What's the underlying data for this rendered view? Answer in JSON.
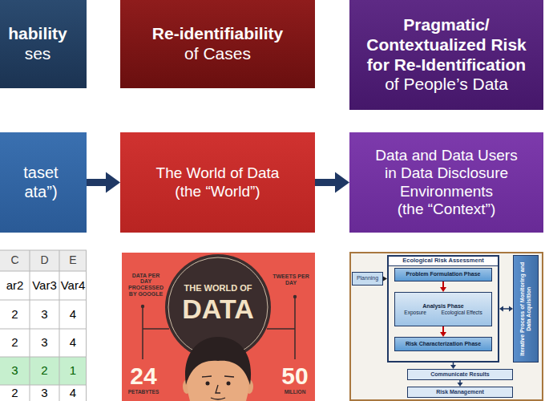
{
  "diagram": {
    "nodes": [
      {
        "text": [
          "hability",
          "ses"
        ]
      },
      {
        "text": [
          "Re-identifiability",
          "of Cases"
        ]
      },
      {
        "text": [
          "Pragmatic/ Contextualized Risk for Re-Identification",
          "of People’s Data"
        ]
      },
      {
        "text": [
          "taset",
          "ata”)"
        ]
      },
      {
        "text": [
          "The World of Data",
          "(the “World”)"
        ]
      },
      {
        "text": [
          "Data and Data Users in Data Disclosure Environments",
          "(the “Context”)"
        ]
      },
      {
        "text": [
          "Planning"
        ]
      },
      {
        "text": [
          "Ecological Risk Assessment"
        ]
      },
      {
        "text": [
          "Problem Formulation Phase"
        ],
        "in": 7
      },
      {
        "text": [
          "Analysis Phase",
          "Exposure",
          "Ecological Effects"
        ],
        "in": 7
      },
      {
        "text": [
          "Risk Characterization Phase"
        ],
        "in": 7
      },
      {
        "text": [
          "Iterative Process of Monitoring and Data Acquisition"
        ]
      },
      {
        "text": [
          "Communicate Results"
        ]
      },
      {
        "text": [
          "Risk Management"
        ]
      }
    ],
    "edges": [
      {
        "from": 3,
        "to": 4,
        "arrow": "to"
      },
      {
        "from": 4,
        "to": 5,
        "arrow": "to"
      },
      {
        "from": 6,
        "to": 7,
        "arrow": "to"
      },
      {
        "from": 8,
        "to": 9,
        "arrow": "to"
      },
      {
        "from": 9,
        "to": 10,
        "arrow": "to"
      },
      {
        "from": 7,
        "to": 11,
        "arrow": "both"
      },
      {
        "from": 7,
        "to": 12,
        "arrow": "to"
      },
      {
        "from": 12,
        "to": 13,
        "arrow": "to"
      }
    ],
    "labels": [
      "C",
      "D",
      "E",
      "ar2",
      "Var3",
      "Var4",
      "2",
      "3",
      "4",
      "2",
      "3",
      "4",
      "3",
      "2",
      "1",
      "2",
      "3",
      "4",
      "DATA PER DAY PROCESSED BY GOOGLE",
      "THE WORLD OF",
      "DATA",
      "TWEETS PER DAY",
      "24",
      "PETABYTES",
      "50",
      "MILLION"
    ]
  }
}
